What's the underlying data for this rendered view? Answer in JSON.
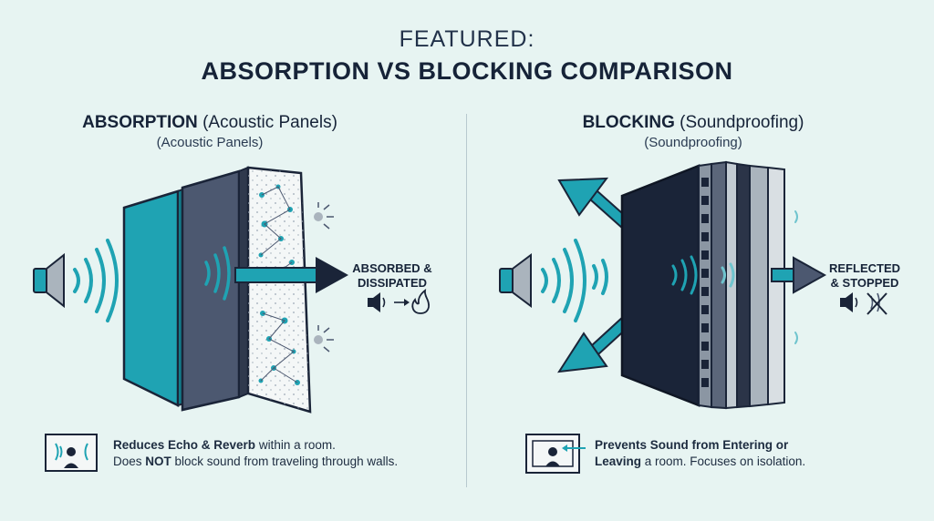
{
  "header": {
    "featured": "FEATURED:",
    "title": "ABSORPTION VS BLOCKING COMPARISON"
  },
  "absorption": {
    "title_bold": "ABSORPTION",
    "title_paren": "(Acoustic Panels)",
    "subtitle": "(Acoustic Panels)",
    "result_label_line1": "ABSORBED &",
    "result_label_line2": "DISSIPATED",
    "note_line1_bold": "Reduces Echo & Reverb",
    "note_line1_rest": " within a room.",
    "note_line2_pre": "Does ",
    "note_line2_bold": "NOT",
    "note_line2_rest": " block sound from traveling through walls."
  },
  "blocking": {
    "title_bold": "BLOCKING",
    "title_paren": "(Soundproofing)",
    "subtitle": "(Soundproofing)",
    "result_label_line1": "REFLECTED",
    "result_label_line2": "& STOPPED",
    "note_line1_bold": "Prevents Sound from Entering or",
    "note_line2_bold": "Leaving",
    "note_line2_rest": " a room. Focuses on isolation."
  },
  "colors": {
    "background": "#e7f4f2",
    "teal": "#1fa3b3",
    "navy": "#1a2438",
    "slate": "#4c5870",
    "gray": "#aab4bd"
  },
  "icons": [
    "speaker-icon",
    "sound-wave-icon",
    "arrow-right-icon",
    "fire-icon",
    "muted-speaker-icon",
    "room-person-icon"
  ]
}
